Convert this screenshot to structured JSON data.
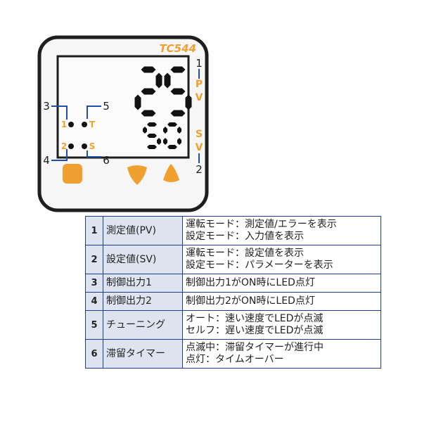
{
  "device": {
    "model": "TC544",
    "pv_value": "25",
    "sv_value": "50",
    "pv_label": [
      "P",
      "V"
    ],
    "sv_label": [
      "S",
      "V"
    ],
    "led_labels": {
      "out1": "1",
      "tuning": "T",
      "out2": "2",
      "stay": "S"
    },
    "callouts": [
      "1",
      "2",
      "3",
      "4",
      "5",
      "6"
    ],
    "colors": {
      "accent": "#f0a030",
      "callout_line": "#1f4ea8",
      "frame": "#1e1e1e"
    },
    "buttons": [
      {
        "icon": "square-button-icon"
      },
      {
        "icon": "down-button-icon"
      },
      {
        "icon": "up-button-icon"
      }
    ]
  },
  "legend": {
    "rows": [
      {
        "num": "1",
        "name": "測定値(PV)",
        "desc": [
          "運転モード：測定値/エラーを表示",
          "設定モード：入力値を表示"
        ]
      },
      {
        "num": "2",
        "name": "設定値(SV)",
        "desc": [
          "運転モード：設定値を表示",
          "設定モード：パラメーターを表示"
        ]
      },
      {
        "num": "3",
        "name": "制御出力1",
        "desc": [
          "制御出力1がON時にLED点灯"
        ]
      },
      {
        "num": "4",
        "name": "制御出力2",
        "desc": [
          "制御出力2がON時にLED点灯"
        ]
      },
      {
        "num": "5",
        "name": "チューニング",
        "desc": [
          "オート：速い速度でLEDが点滅",
          "セルフ：遅い速度でLEDが点滅"
        ]
      },
      {
        "num": "6",
        "name": "滞留タイマー",
        "desc": [
          "点滅中：滞留タイマーが進行中",
          "点灯：タイムオーバー"
        ]
      }
    ]
  }
}
